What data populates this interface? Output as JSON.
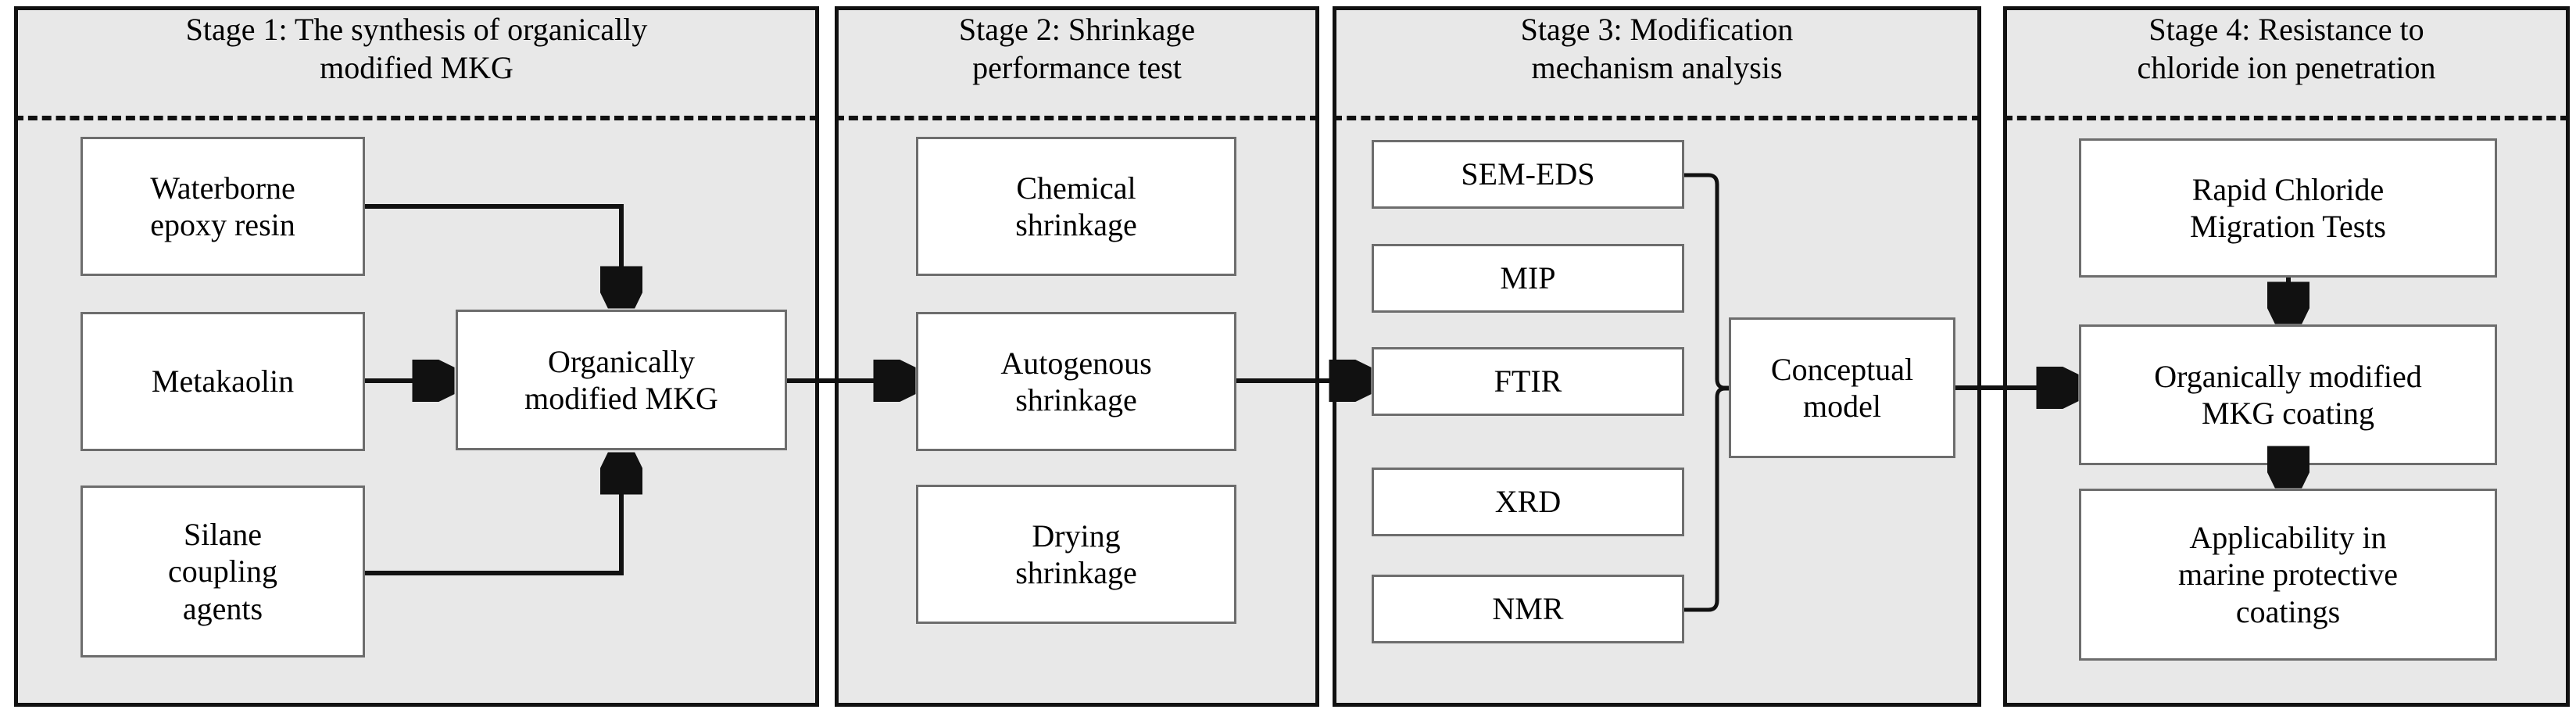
{
  "diagram": {
    "title_font": "serif",
    "panel_fill": "#e8e8e8",
    "node_fill": "#ffffff",
    "line_color": "#111111"
  },
  "stages": [
    {
      "id": "stage-1",
      "title": "Stage 1: The synthesis of organically\nmodified MKG",
      "nodes": [
        {
          "id": "waterborne-epoxy-resin",
          "label": "Waterborne\nepoxy resin"
        },
        {
          "id": "metakaolin",
          "label": "Metakaolin"
        },
        {
          "id": "silane-coupling-agents",
          "label": "Silane\ncoupling\nagents"
        },
        {
          "id": "organically-modified-mkg",
          "label": "Organically\nmodified MKG"
        }
      ]
    },
    {
      "id": "stage-2",
      "title": "Stage 2: Shrinkage\nperformance test",
      "nodes": [
        {
          "id": "chemical-shrinkage",
          "label": "Chemical\nshrinkage"
        },
        {
          "id": "autogenous-shrinkage",
          "label": "Autogenous\nshrinkage"
        },
        {
          "id": "drying-shrinkage",
          "label": "Drying\nshrinkage"
        }
      ]
    },
    {
      "id": "stage-3",
      "title": "Stage 3: Modification\nmechanism analysis",
      "nodes": [
        {
          "id": "sem-eds",
          "label": "SEM-EDS"
        },
        {
          "id": "mip",
          "label": "MIP"
        },
        {
          "id": "ftir",
          "label": "FTIR"
        },
        {
          "id": "xrd",
          "label": "XRD"
        },
        {
          "id": "nmr",
          "label": "NMR"
        },
        {
          "id": "conceptual-model",
          "label": "Conceptual\nmodel"
        }
      ]
    },
    {
      "id": "stage-4",
      "title": "Stage 4: Resistance to\nchloride ion penetration",
      "nodes": [
        {
          "id": "rapid-chloride-migration-tests",
          "label": "Rapid Chloride\nMigration Tests"
        },
        {
          "id": "organically-modified-mkg-coating",
          "label": "Organically modified\nMKG coating"
        },
        {
          "id": "applicability-marine-coatings",
          "label": "Applicability in\nmarine protective\ncoatings"
        }
      ]
    }
  ]
}
